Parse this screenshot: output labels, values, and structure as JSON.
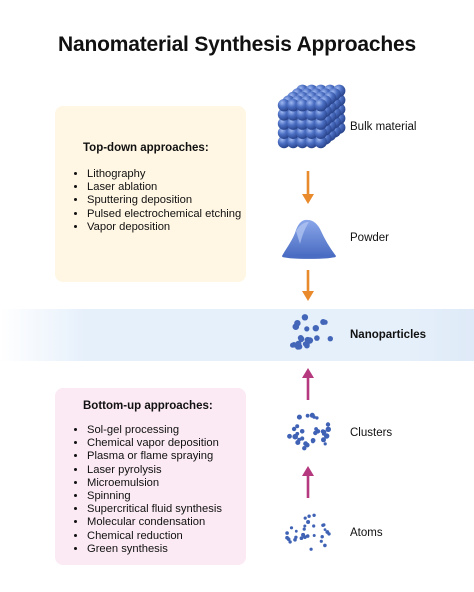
{
  "title": "Nanomaterial Synthesis Approaches",
  "top_down": {
    "heading": "Top-down approaches:",
    "items": [
      "Lithography",
      "Laser ablation",
      "Sputtering deposition",
      "Pulsed electrochemical etching",
      "Vapor deposition"
    ]
  },
  "bottom_up": {
    "heading": "Bottom-up approaches:",
    "items": [
      "Sol-gel processing",
      "Chemical vapor deposition",
      "Plasma or flame spraying",
      "Laser pyrolysis",
      "Microemulsion",
      "Spinning",
      "Supercritical fluid synthesis",
      "Molecular condensation",
      "Chemical reduction",
      "Green synthesis"
    ]
  },
  "stages": {
    "bulk": "Bulk material",
    "powder": "Powder",
    "nanoparticles": "Nanoparticles",
    "clusters": "Clusters",
    "atoms": "Atoms"
  },
  "colors": {
    "top_box": "#fff6e3",
    "bottom_box": "#fbeaf3",
    "down_arrow": "#e98a2c",
    "up_arrow": "#b5397e",
    "particle": "#3f62b5"
  }
}
